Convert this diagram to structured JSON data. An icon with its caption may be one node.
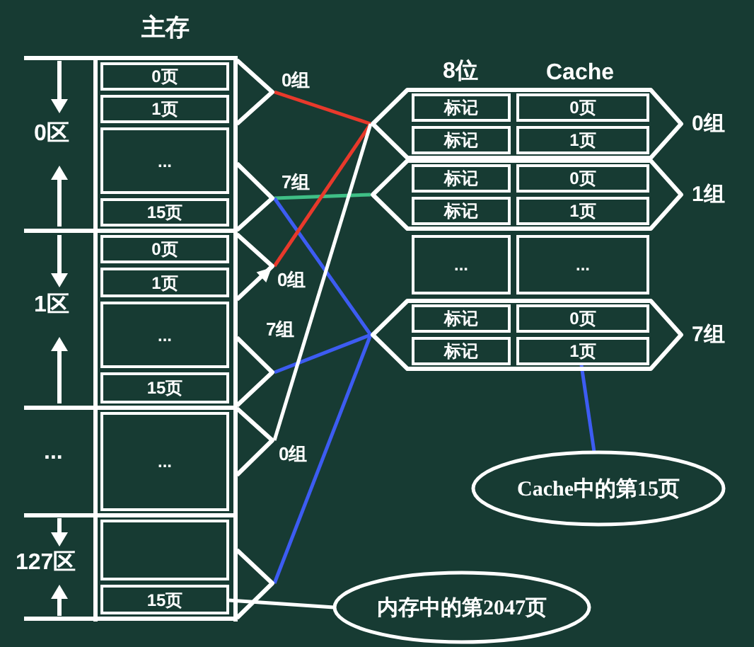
{
  "diagram": {
    "nodes": [
      {
        "text": [
          "主存"
        ]
      },
      {
        "text": [
          "0页"
        ],
        "in": 0
      },
      {
        "text": [
          "1页"
        ],
        "in": 0
      },
      {
        "text": [
          "..."
        ],
        "in": 0
      },
      {
        "text": [
          "15页"
        ],
        "in": 0
      },
      {
        "text": [
          "0页"
        ],
        "in": 0
      },
      {
        "text": [
          "1页"
        ],
        "in": 0
      },
      {
        "text": [
          "..."
        ],
        "in": 0
      },
      {
        "text": [
          "15页"
        ],
        "in": 0
      },
      {
        "text": [
          "..."
        ],
        "in": 0
      },
      {
        "text": [],
        "shape": "box",
        "in": 0
      },
      {
        "text": [
          "15页"
        ],
        "in": 0
      },
      {
        "text": [],
        "shape": "bracket",
        "beside": [
          "0组"
        ]
      },
      {
        "text": [],
        "shape": "bracket",
        "beside": [
          "7组"
        ]
      },
      {
        "text": [],
        "shape": "bracket",
        "beside": [
          "0组"
        ]
      },
      {
        "text": [],
        "shape": "bracket",
        "beside": [
          "7组"
        ]
      },
      {
        "text": [],
        "shape": "bracket",
        "beside": [
          "0组"
        ]
      },
      {
        "text": [],
        "shape": "bracket"
      },
      {
        "text": [],
        "shape": "hexagon",
        "beside": [
          "0组"
        ]
      },
      {
        "text": [
          "标记"
        ],
        "in": 18
      },
      {
        "text": [
          "0页"
        ],
        "in": 18
      },
      {
        "text": [
          "标记"
        ],
        "in": 18
      },
      {
        "text": [
          "1页"
        ],
        "in": 18
      },
      {
        "text": [],
        "shape": "hexagon",
        "beside": [
          "1组"
        ]
      },
      {
        "text": [
          "标记"
        ],
        "in": 23
      },
      {
        "text": [
          "0页"
        ],
        "in": 23
      },
      {
        "text": [
          "标记"
        ],
        "in": 23
      },
      {
        "text": [
          "1页"
        ],
        "in": 23
      },
      {
        "text": [
          "..."
        ]
      },
      {
        "text": [
          "..."
        ]
      },
      {
        "text": [],
        "shape": "hexagon",
        "beside": [
          "7组"
        ]
      },
      {
        "text": [
          "标记"
        ],
        "in": 30
      },
      {
        "text": [
          "0页"
        ],
        "in": 30
      },
      {
        "text": [
          "标记"
        ],
        "in": 30
      },
      {
        "text": [
          "1页"
        ],
        "in": 30
      },
      {
        "text": [
          "Cache中的第15页"
        ]
      },
      {
        "text": [
          "内存中的第2047页"
        ]
      }
    ],
    "edges": [
      {
        "from": 12,
        "to": 18,
        "arrow": "none",
        "color": "#e8392b"
      },
      {
        "from": 13,
        "to": 23,
        "arrow": "none",
        "color": "#3fbf86"
      },
      {
        "from": 13,
        "to": 30,
        "arrow": "none"
      },
      {
        "from": 14,
        "to": 18,
        "arrow": "none",
        "color": "#e8392b"
      },
      {
        "from": 15,
        "to": 30,
        "arrow": "none"
      },
      {
        "from": 16,
        "to": 18,
        "arrow": "none",
        "color": "#ffffff"
      },
      {
        "from": 17,
        "to": 30,
        "arrow": "none"
      },
      {
        "from": 35,
        "to": 34,
        "arrow": "none"
      },
      {
        "from": 36,
        "to": 11,
        "arrow": "none",
        "color": "#ffffff"
      }
    ],
    "labels": [
      "8位",
      "Cache",
      "0区",
      "1区",
      "...",
      "127区"
    ]
  }
}
